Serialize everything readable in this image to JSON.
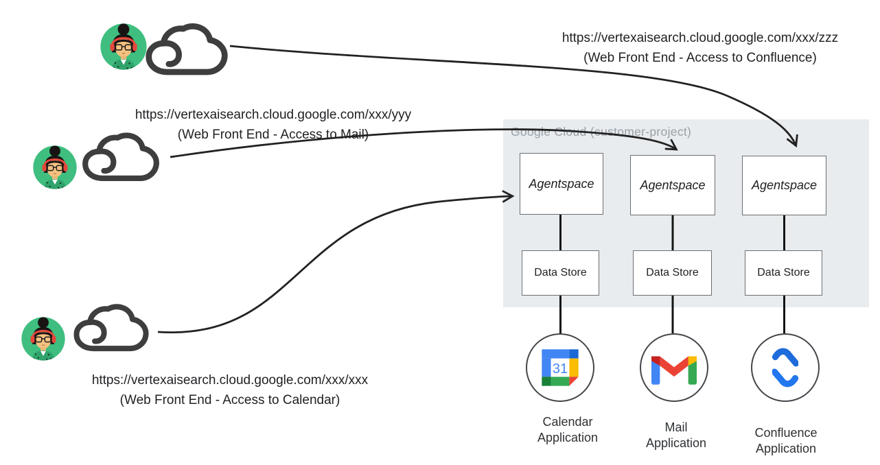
{
  "panel": {
    "label": "Google Cloud (customer-project)"
  },
  "users": [
    {
      "id": "confluence-user",
      "url": "https://vertexaisearch.cloud.google.com/xxx/zzz",
      "caption": "(Web Front End - Access to Confluence)"
    },
    {
      "id": "mail-user",
      "url": "https://vertexaisearch.cloud.google.com/xxx/yyy",
      "caption": "(Web Front End - Access to Mail)"
    },
    {
      "id": "calendar-user",
      "url": "https://vertexaisearch.cloud.google.com/xxx/xxx",
      "caption": "(Web Front End - Access to Calendar)"
    }
  ],
  "columns": [
    {
      "agent_label": "Agentspace",
      "store_label": "Data Store",
      "app_label_line1": "Calendar",
      "app_label_line2": "Application",
      "icon": "google-calendar-icon"
    },
    {
      "agent_label": "Agentspace",
      "store_label": "Data Store",
      "app_label_line1": "Mail",
      "app_label_line2": "Application",
      "icon": "gmail-icon"
    },
    {
      "agent_label": "Agentspace",
      "store_label": "Data Store",
      "app_label_line1": "Confluence",
      "app_label_line2": "Application",
      "icon": "confluence-icon"
    }
  ],
  "calendar_icon": {
    "day": "31"
  },
  "colors": {
    "panel_bg": "#e9ecee",
    "panel_label": "#9aa0a6",
    "arrow": "#222222",
    "box_border": "#6a6e72",
    "google_blue": "#4285F4",
    "google_blue_dark": "#1967D2",
    "google_red": "#EA4335",
    "google_red_dark": "#C5221F",
    "google_yellow": "#FBBC04",
    "google_green": "#34A853",
    "google_green_dark": "#188038",
    "confluence_blue": "#1E6BDB",
    "avatar_bg": "#3FBE7F",
    "headphone_red": "#E4483C",
    "cloud_outline": "#3e3e3e"
  }
}
